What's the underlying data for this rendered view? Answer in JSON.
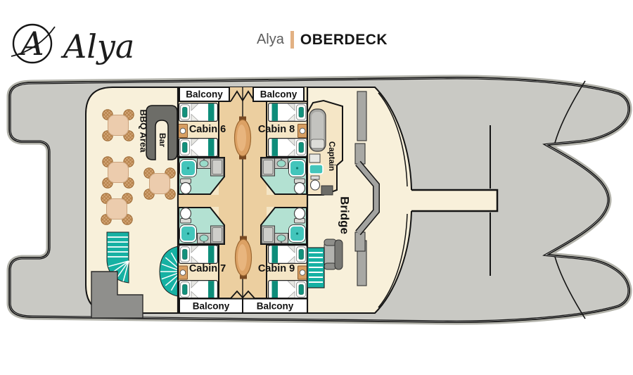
{
  "header": {
    "logo_monogram": "A",
    "logo_text": "Alya",
    "title_ship": "Alya",
    "title_deck": "OBERDECK"
  },
  "labels": {
    "balcony": "Balcony",
    "cabin6": "Cabin 6",
    "cabin7": "Cabin 7",
    "cabin8": "Cabin 8",
    "cabin9": "Cabin 9",
    "bbq": "BBQ Area",
    "bar": "Bar",
    "captain": "Captain",
    "bridge": "Bridge"
  },
  "colors": {
    "hull": "#c9c9c4",
    "halo": "#b2b2aa",
    "deck": "#f8f0da",
    "cabin_floor": "#f5e6c6",
    "corridor": "#eccfa0",
    "bathroom": "#b3e1d2",
    "shower": "#43c5bb",
    "stairs": "#16b1a3",
    "bed_accent": "#0d8d7a",
    "wood": "#d79e62",
    "table_tan": "#ecccad",
    "wall": "#141414",
    "furniture_gray": "#a8a8a4",
    "counter_gray": "#6d6d68",
    "accent": "#e2b183"
  }
}
